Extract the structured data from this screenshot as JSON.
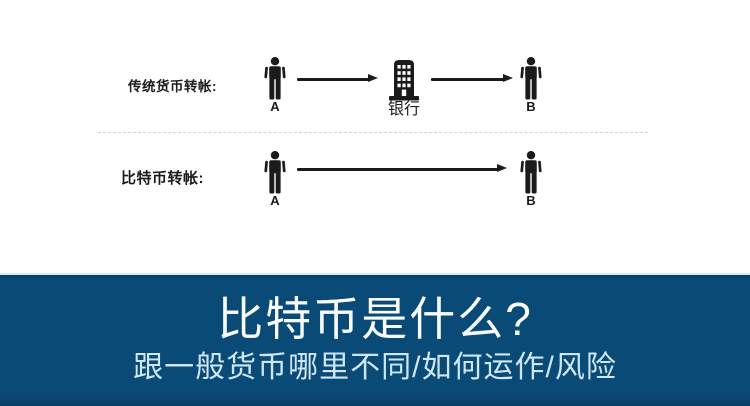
{
  "diagram": {
    "row1": {
      "label": "传统货币转帐:",
      "sender": "A",
      "intermediary": "银行",
      "receiver": "B"
    },
    "row2": {
      "label": "比特币转帐:",
      "sender": "A",
      "receiver": "B"
    }
  },
  "banner": {
    "title": "比特币是什么?",
    "subtitle": "跟一般货币哪里不同/如何运作/风险"
  },
  "colors": {
    "banner_bg": "#0A4A77",
    "banner_top_line": "#D5EBF4",
    "title_color": "#FAFDFF",
    "subtitle_color": "#CFE6F5",
    "icon_color": "#1B1B1B",
    "divider_color": "#D2D2D2",
    "page_bg": "#FFFFFF"
  },
  "icons": {
    "person": "person-icon",
    "bank": "bank-building-icon",
    "arrow": "arrow-right-icon"
  }
}
